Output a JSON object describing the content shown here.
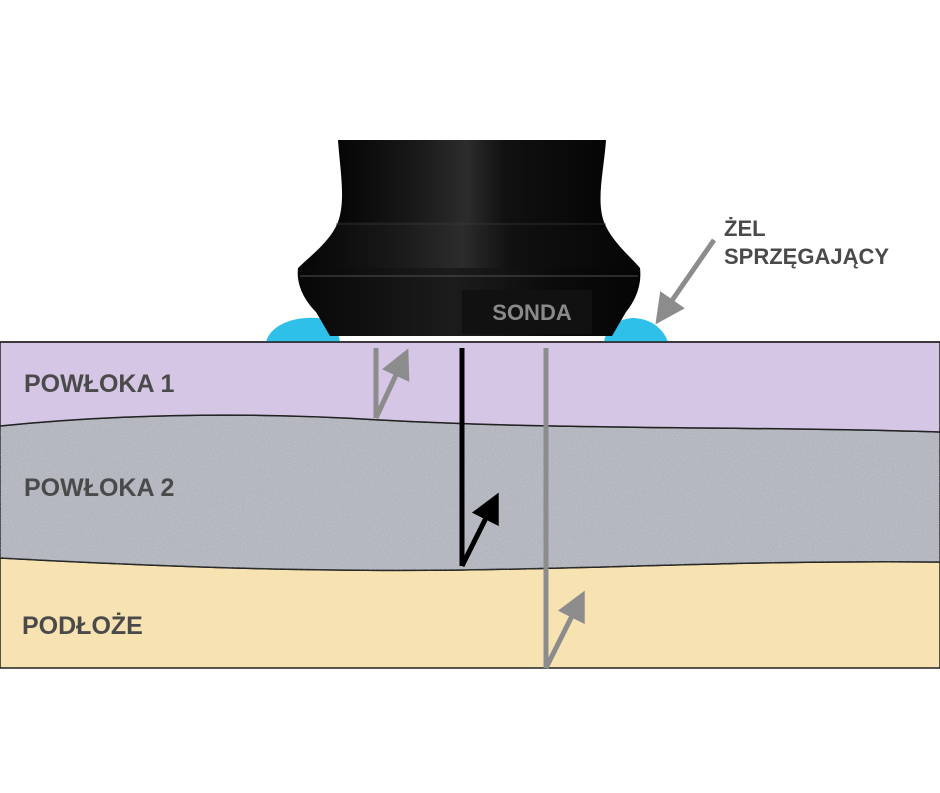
{
  "labels": {
    "probe": "SONDA",
    "gel_line1": "ŻEL",
    "gel_line2": "SPRZĘGAJĄCY",
    "layer1": "POWŁOKA 1",
    "layer2": "POWŁOKA 2",
    "substrate": "PODŁOŻE"
  },
  "colors": {
    "layer1": "#d5c6e6",
    "layer2": "#b9bcc4",
    "substrate": "#f7e2b2",
    "gel": "#2fc0ea",
    "probe": "#0c0c0c",
    "label_text": "#4a4a4a",
    "beam_gray": "#8c8c8c",
    "beam_black": "#000000"
  }
}
